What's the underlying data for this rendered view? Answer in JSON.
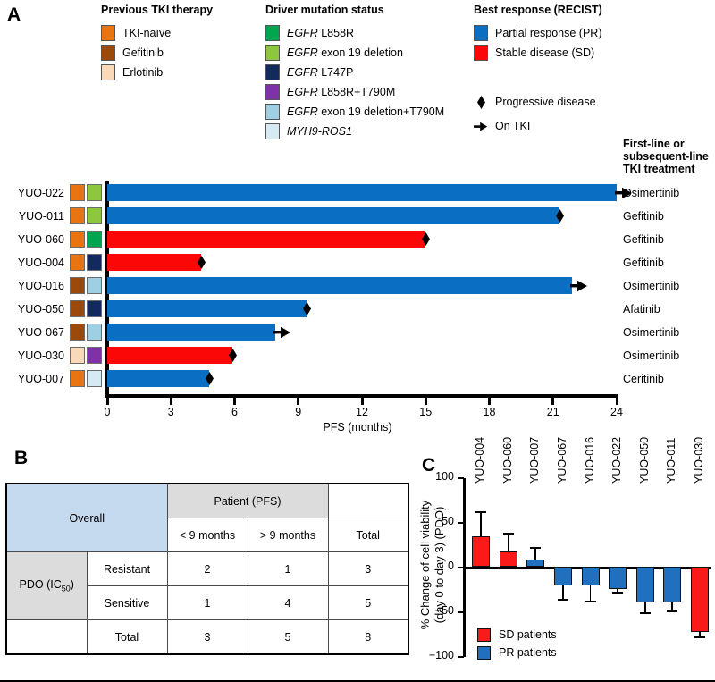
{
  "panels": {
    "a_letter": "A",
    "b_letter": "B",
    "c_letter": "C"
  },
  "legend_a": {
    "tki_title": "Previous TKI therapy",
    "tki_items": [
      {
        "label": "TKI-naïve",
        "color": "#E87511"
      },
      {
        "label": "Gefitinib",
        "color": "#9C4A0C"
      },
      {
        "label": "Erlotinib",
        "color": "#FAD9B8"
      }
    ],
    "driver_title": "Driver mutation status",
    "driver_items": [
      {
        "gene": "EGFR",
        "rest": " L858R",
        "color": "#00A64F"
      },
      {
        "gene": "EGFR",
        "rest": " exon 19 deletion",
        "color": "#8DC63F"
      },
      {
        "gene": "EGFR",
        "rest": " L747P",
        "color": "#122A5E"
      },
      {
        "gene": "EGFR",
        "rest": " L858R+T790M",
        "color": "#8031A7"
      },
      {
        "gene": "EGFR",
        "rest": " exon 19 deletion+T790M",
        "color": "#9FCFE3"
      },
      {
        "gene": "MYH9-ROS1",
        "rest": "",
        "color": "#D6EAF4"
      }
    ],
    "recist_title": "Best response (RECIST)",
    "recist_items": [
      {
        "label": "Partial response (PR)",
        "color": "#0A6FC2"
      },
      {
        "label": "Stable disease (SD)",
        "color": "#FB0707"
      }
    ],
    "markers": [
      {
        "label": "Progressive disease",
        "icon": "diamond-icon"
      },
      {
        "label": "On TKI",
        "icon": "arrow-right-icon"
      }
    ],
    "treatment_column_header": "First-line or subsequent-line TKI treatment"
  },
  "chart_data": [
    {
      "id": "panel-a-pfs",
      "type": "bar",
      "orientation": "horizontal",
      "title": "",
      "xlabel": "PFS (months)",
      "ylabel": "",
      "xlim": [
        0,
        24
      ],
      "xticks": [
        0,
        3,
        6,
        9,
        12,
        15,
        18,
        21,
        24
      ],
      "grid": false,
      "categories": [
        "YUO-022",
        "YUO-011",
        "YUO-060",
        "YUO-004",
        "YUO-016",
        "YUO-050",
        "YUO-067",
        "YUO-030",
        "YUO-007"
      ],
      "values": [
        24.0,
        21.3,
        15.0,
        4.4,
        21.9,
        9.4,
        7.9,
        5.9,
        4.8
      ],
      "rows": [
        {
          "patient": "YUO-022",
          "pfs": 24.0,
          "response": "PR",
          "bar_color": "#0A6FC2",
          "marker": "on-tki",
          "prev_tki": "TKI-naïve",
          "prev_tki_color": "#E87511",
          "mutation": "EGFR exon 19 deletion",
          "mutation_color": "#8DC63F",
          "treatment": "Osimertinib"
        },
        {
          "patient": "YUO-011",
          "pfs": 21.3,
          "response": "PR",
          "bar_color": "#0A6FC2",
          "marker": "progressive-disease",
          "prev_tki": "TKI-naïve",
          "prev_tki_color": "#E87511",
          "mutation": "EGFR exon 19 deletion",
          "mutation_color": "#8DC63F",
          "treatment": "Gefitinib"
        },
        {
          "patient": "YUO-060",
          "pfs": 15.0,
          "response": "SD",
          "bar_color": "#FB0707",
          "marker": "progressive-disease",
          "prev_tki": "TKI-naïve",
          "prev_tki_color": "#E87511",
          "mutation": "EGFR L858R",
          "mutation_color": "#00A64F",
          "treatment": "Gefitinib"
        },
        {
          "patient": "YUO-004",
          "pfs": 4.4,
          "response": "SD",
          "bar_color": "#FB0707",
          "marker": "progressive-disease",
          "prev_tki": "TKI-naïve",
          "prev_tki_color": "#E87511",
          "mutation": "EGFR L747P",
          "mutation_color": "#122A5E",
          "treatment": "Gefitinib"
        },
        {
          "patient": "YUO-016",
          "pfs": 21.9,
          "response": "PR",
          "bar_color": "#0A6FC2",
          "marker": "on-tki",
          "prev_tki": "Gefitinib",
          "prev_tki_color": "#9C4A0C",
          "mutation": "EGFR exon 19 deletion+T790M",
          "mutation_color": "#9FCFE3",
          "treatment": "Osimertinib"
        },
        {
          "patient": "YUO-050",
          "pfs": 9.4,
          "response": "PR",
          "bar_color": "#0A6FC2",
          "marker": "progressive-disease",
          "prev_tki": "Gefitinib",
          "prev_tki_color": "#9C4A0C",
          "mutation": "EGFR L747P",
          "mutation_color": "#122A5E",
          "treatment": "Afatinib"
        },
        {
          "patient": "YUO-067",
          "pfs": 7.9,
          "response": "PR",
          "bar_color": "#0A6FC2",
          "marker": "on-tki",
          "prev_tki": "Gefitinib",
          "prev_tki_color": "#9C4A0C",
          "mutation": "EGFR exon 19 deletion+T790M",
          "mutation_color": "#9FCFE3",
          "treatment": "Osimertinib"
        },
        {
          "patient": "YUO-030",
          "pfs": 5.9,
          "response": "SD",
          "bar_color": "#FB0707",
          "marker": "progressive-disease",
          "prev_tki": "Erlotinib",
          "prev_tki_color": "#FAD9B8",
          "mutation": "EGFR L858R+T790M",
          "mutation_color": "#8031A7",
          "treatment": "Osimertinib"
        },
        {
          "patient": "YUO-007",
          "pfs": 4.8,
          "response": "PR",
          "bar_color": "#0A6FC2",
          "marker": "progressive-disease",
          "prev_tki": "TKI-naïve",
          "prev_tki_color": "#E87511",
          "mutation": "MYH9-ROS1",
          "mutation_color": "#D6EAF4",
          "treatment": "Ceritinib"
        }
      ]
    },
    {
      "id": "panel-c-viability",
      "type": "bar",
      "orientation": "vertical",
      "title": "",
      "ylabel": "% Change of cell viability (day 0 to day 3) (PDO)",
      "ylabel_line1": "% Change of cell viability",
      "ylabel_line2": "(day 0 to day 3) (PDO)",
      "xlabel": "",
      "ylim": [
        -100,
        100
      ],
      "yticks": [
        100,
        50,
        0,
        -50,
        -100
      ],
      "ytick_labels": [
        "100",
        "50",
        "0",
        "−50",
        "−100"
      ],
      "grid": false,
      "categories": [
        "YUO-004",
        "YUO-060",
        "YUO-007",
        "YUO-067",
        "YUO-016",
        "YUO-022",
        "YUO-050",
        "YUO-011",
        "YUO-030"
      ],
      "values": [
        34,
        17,
        8,
        -21,
        -21,
        -25,
        -40,
        -40,
        -73
      ],
      "errors": [
        28,
        21,
        14,
        15,
        17,
        3,
        11,
        9,
        5
      ],
      "groups": [
        "SD",
        "SD",
        "PR",
        "PR",
        "PR",
        "PR",
        "PR",
        "PR",
        "SD"
      ],
      "legend": [
        {
          "label": "SD patients",
          "color": "#FB1A1A"
        },
        {
          "label": "PR patients",
          "color": "#2070BF"
        }
      ],
      "legend_position": "inside-bottom-left"
    }
  ],
  "table_b": {
    "overall_label": "Overall",
    "patient_group_header": "Patient (PFS)",
    "column_headers": [
      "< 9 months",
      "> 9 months",
      "Total"
    ],
    "row_group_label_prefix": "PDO (IC",
    "row_group_label_sub": "50",
    "row_group_label_suffix": ")",
    "rows": [
      {
        "label": "Resistant",
        "cells": [
          "2",
          "1",
          "3"
        ]
      },
      {
        "label": "Sensitive",
        "cells": [
          "1",
          "4",
          "5"
        ]
      },
      {
        "label": "Total",
        "cells": [
          "3",
          "5",
          "8"
        ]
      }
    ],
    "colors": {
      "overall_bg": "#C5D9EF",
      "header_bg": "#DCDCDC",
      "rowlabel_bg": "#DCDCDC"
    }
  }
}
